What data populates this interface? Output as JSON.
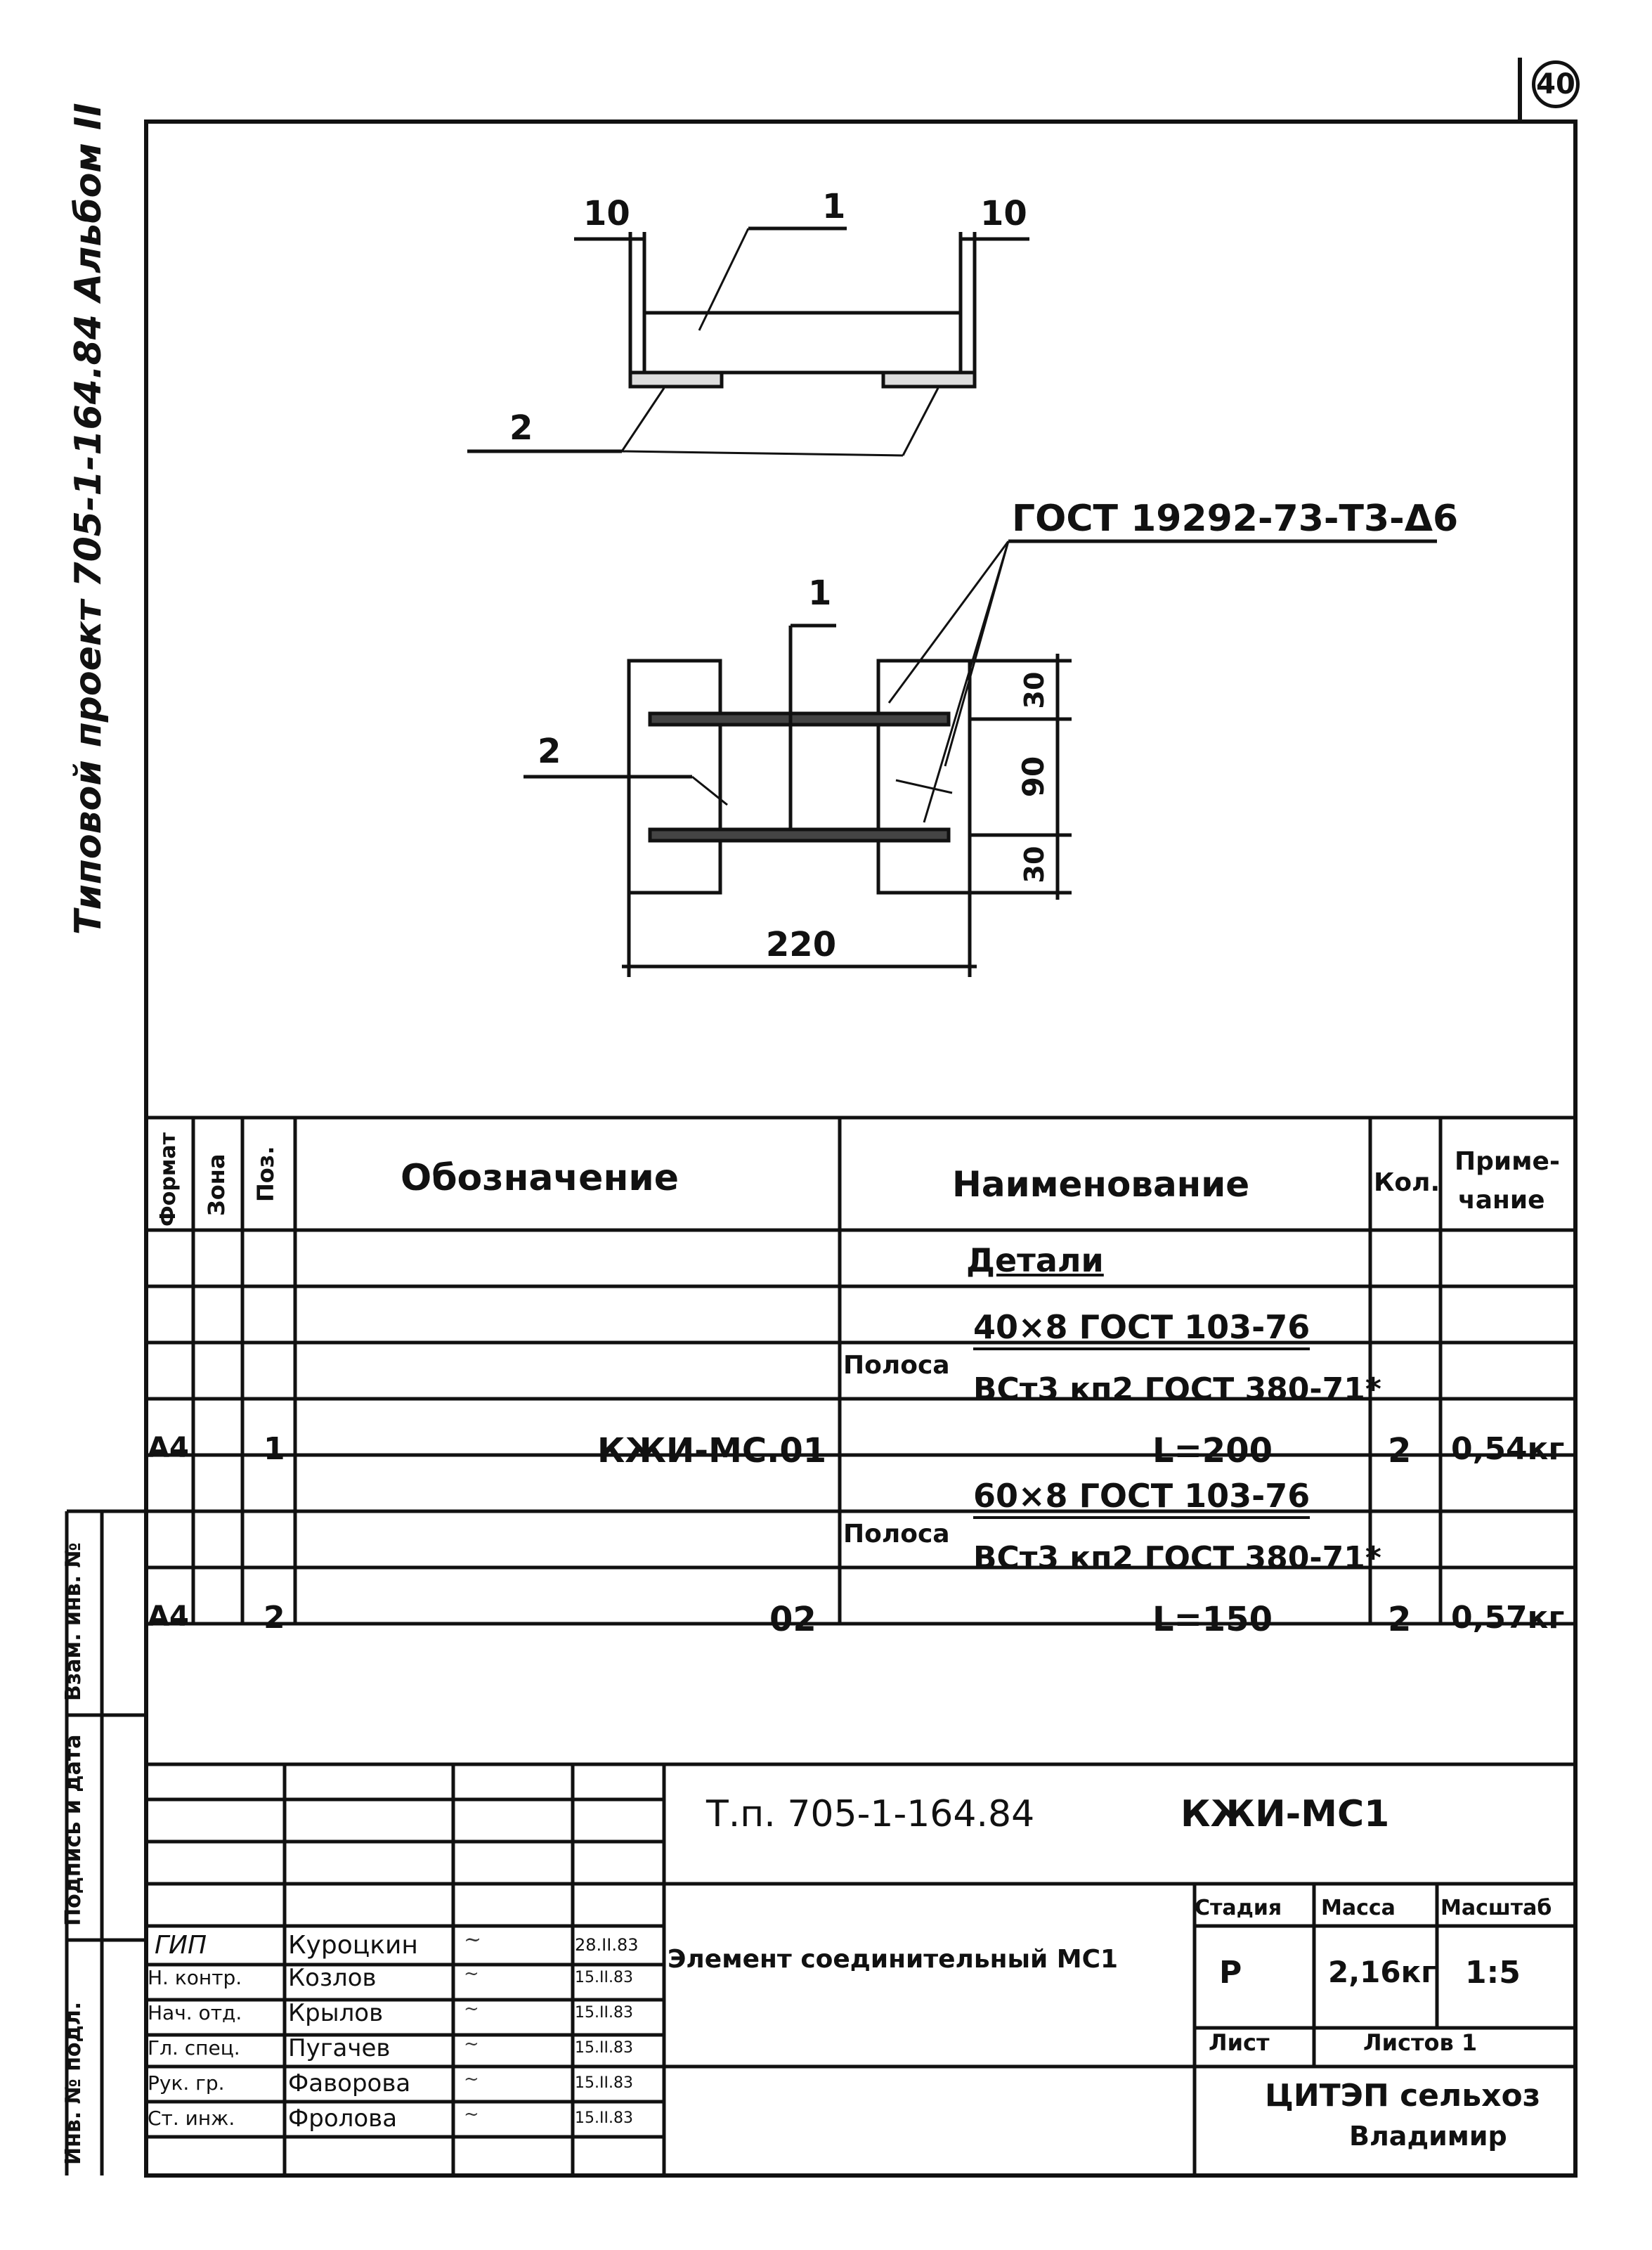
{
  "page_number": "40",
  "side_title": "Типовой проект 705-1-164.84 Альбом II",
  "drawing": {
    "top_view": {
      "dim_left": "10",
      "dim_right": "10",
      "pos_top": "1",
      "pos_bottom": "2"
    },
    "weld_note": "ГОСТ 19292-73-Т3-Δ6",
    "plan_view": {
      "pos_1": "1",
      "pos_2": "2",
      "dim_30_top": "30",
      "dim_90": "90",
      "dim_30_bottom": "30",
      "dim_220": "220"
    }
  },
  "spec": {
    "headers": {
      "format": "Формат",
      "zone": "Зона",
      "pos": "Поз.",
      "designation": "Обозначение",
      "name": "Наименование",
      "qty": "Кол.",
      "note_1": "Приме-",
      "note_2": "чание"
    },
    "section": "Детали",
    "material_1": {
      "prefix": "Полоса",
      "top": "40×8 ГОСТ 103-76",
      "bottom": "ВСт3 кп2 ГОСТ 380-71*"
    },
    "row_1": {
      "format": "А4",
      "pos": "1",
      "designation": "КЖИ-МС.01",
      "name": "L=200",
      "qty": "2",
      "note": "0,54кг"
    },
    "material_2": {
      "prefix": "Полоса",
      "top": "60×8 ГОСТ 103-76",
      "bottom": "ВСт3 кп2 ГОСТ 380-71*"
    },
    "row_2": {
      "format": "А4",
      "pos": "2",
      "designation": "02",
      "name": "L=150",
      "qty": "2",
      "note": "0,57кг"
    }
  },
  "title_block": {
    "code": "Т.п. 705-1-164.84",
    "mark": "КЖИ-МС1",
    "element_name": "Элемент соединительный МС1",
    "stage_label": "Стадия",
    "mass_label": "Масса",
    "scale_label": "Масштаб",
    "stage": "Р",
    "mass": "2,16кг",
    "scale": "1:5",
    "sheet_label": "Лист",
    "sheets_label": "Листов 1",
    "org_line1": "ЦИТЭП сельхоз",
    "org_line2": "Владимир",
    "people": [
      {
        "role": "ГИП",
        "name": "Куроцкин",
        "date": "28.II.83"
      },
      {
        "role": "Н. контр.",
        "name": "Козлов",
        "date": "15.II.83"
      },
      {
        "role": "Нач. отд.",
        "name": "Крылов",
        "date": "15.II.83"
      },
      {
        "role": "Гл. спец.",
        "name": "Пугачев",
        "date": "15.II.83"
      },
      {
        "role": "Рук. гр.",
        "name": "Фаворова",
        "date": "15.II.83"
      },
      {
        "role": "Ст. инж.",
        "name": "Фролова",
        "date": "15.II.83"
      }
    ]
  },
  "left_strip": {
    "inv_podl": "Инв. № подл.",
    "podpis_data": "Подпись и дата",
    "vzam_inv": "Взам. инв. №"
  }
}
